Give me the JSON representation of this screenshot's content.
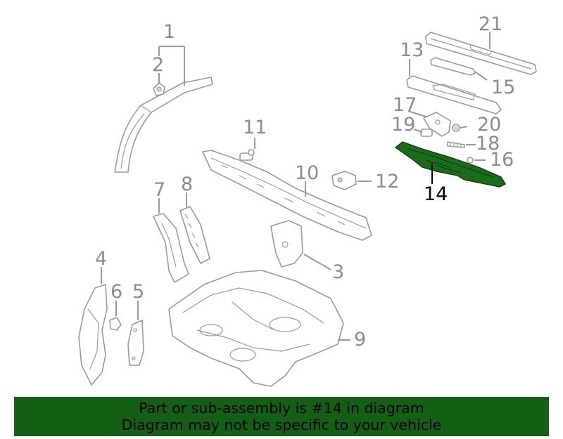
{
  "diagram": {
    "highlight_color": "#1a6b1a",
    "callouts": [
      {
        "id": "1",
        "label": "1"
      },
      {
        "id": "2",
        "label": "2"
      },
      {
        "id": "3",
        "label": "3"
      },
      {
        "id": "4",
        "label": "4"
      },
      {
        "id": "5",
        "label": "5"
      },
      {
        "id": "6",
        "label": "6"
      },
      {
        "id": "7",
        "label": "7"
      },
      {
        "id": "8",
        "label": "8"
      },
      {
        "id": "9",
        "label": "9"
      },
      {
        "id": "10",
        "label": "10"
      },
      {
        "id": "11",
        "label": "11"
      },
      {
        "id": "12",
        "label": "12"
      },
      {
        "id": "13",
        "label": "13"
      },
      {
        "id": "14",
        "label": "14"
      },
      {
        "id": "15",
        "label": "15"
      },
      {
        "id": "16",
        "label": "16"
      },
      {
        "id": "17",
        "label": "17"
      },
      {
        "id": "18",
        "label": "18"
      },
      {
        "id": "19",
        "label": "19"
      },
      {
        "id": "20",
        "label": "20"
      },
      {
        "id": "21",
        "label": "21"
      }
    ]
  },
  "banner": {
    "background": "#146014",
    "line1": "Part or sub-assembly is #14 in diagram",
    "line2": "Diagram may not be specific to your vehicle"
  }
}
